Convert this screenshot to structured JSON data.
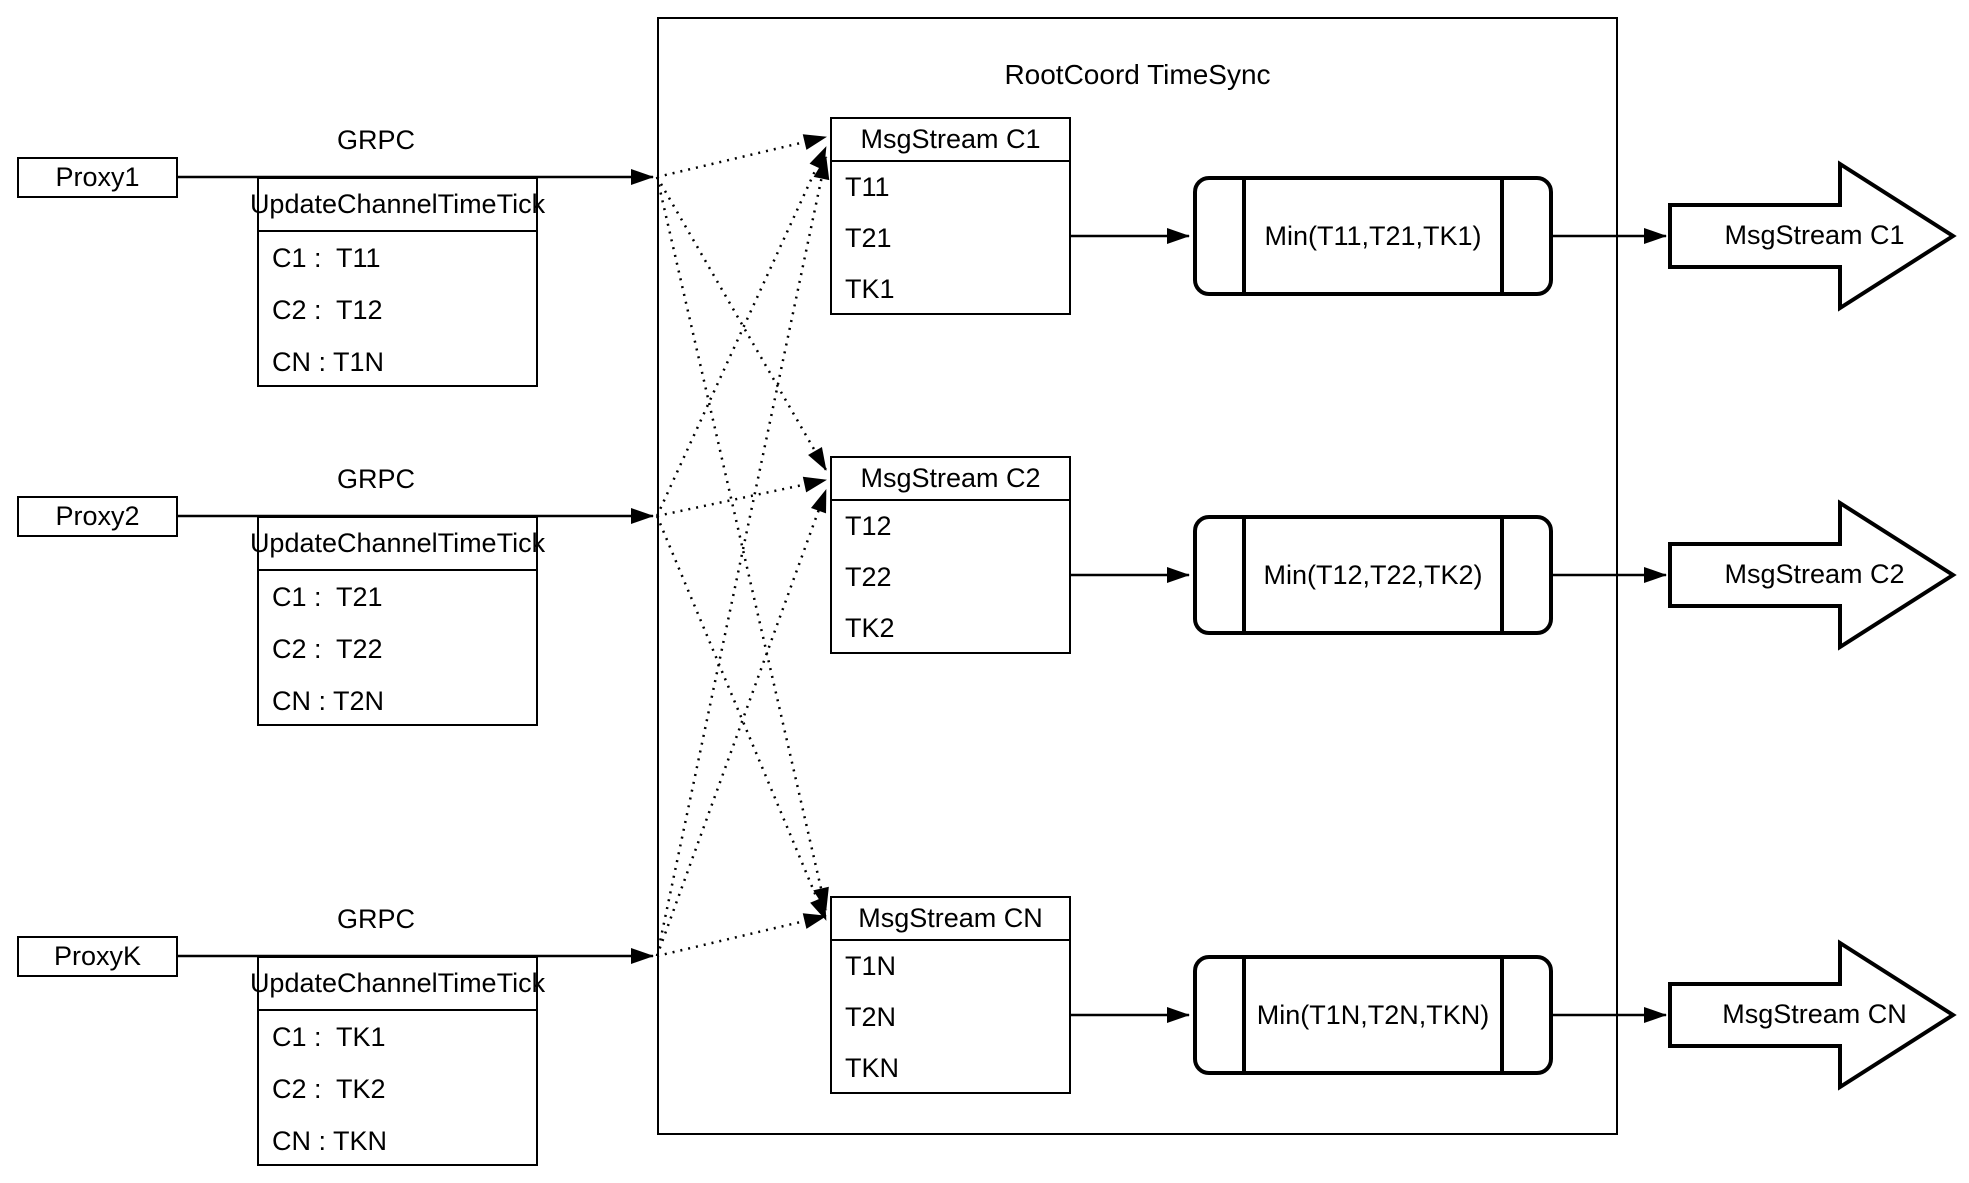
{
  "diagram": {
    "title": "RootCoord TimeSync",
    "colors": {
      "stroke": "#000000",
      "background": "#ffffff"
    },
    "proxies": [
      {
        "name": "Proxy1",
        "protocol": "GRPC",
        "message": {
          "title": "UpdateChannelTimeTick",
          "rows": [
            "C1 :  T11",
            "C2 :  T12",
            "CN : T1N"
          ]
        }
      },
      {
        "name": "Proxy2",
        "protocol": "GRPC",
        "message": {
          "title": "UpdateChannelTimeTick",
          "rows": [
            "C1 :  T21",
            "C2 :  T22",
            "CN : T2N"
          ]
        }
      },
      {
        "name": "ProxyK",
        "protocol": "GRPC",
        "message": {
          "title": "UpdateChannelTimeTick",
          "rows": [
            "C1 :  TK1",
            "C2 :  TK2",
            "CN : TKN"
          ]
        }
      }
    ],
    "streams": [
      {
        "title": "MsgStream C1",
        "rows": [
          "T11",
          "T21",
          "TK1"
        ],
        "min_label": "Min(T11,T21,TK1)",
        "output_label": "MsgStream C1"
      },
      {
        "title": "MsgStream C2",
        "rows": [
          "T12",
          "T22",
          "TK2"
        ],
        "min_label": "Min(T12,T22,TK2)",
        "output_label": "MsgStream C2"
      },
      {
        "title": "MsgStream CN",
        "rows": [
          "T1N",
          "T2N",
          "TKN"
        ],
        "min_label": "Min(T1N,T2N,TKN)",
        "output_label": "MsgStream CN"
      }
    ]
  }
}
